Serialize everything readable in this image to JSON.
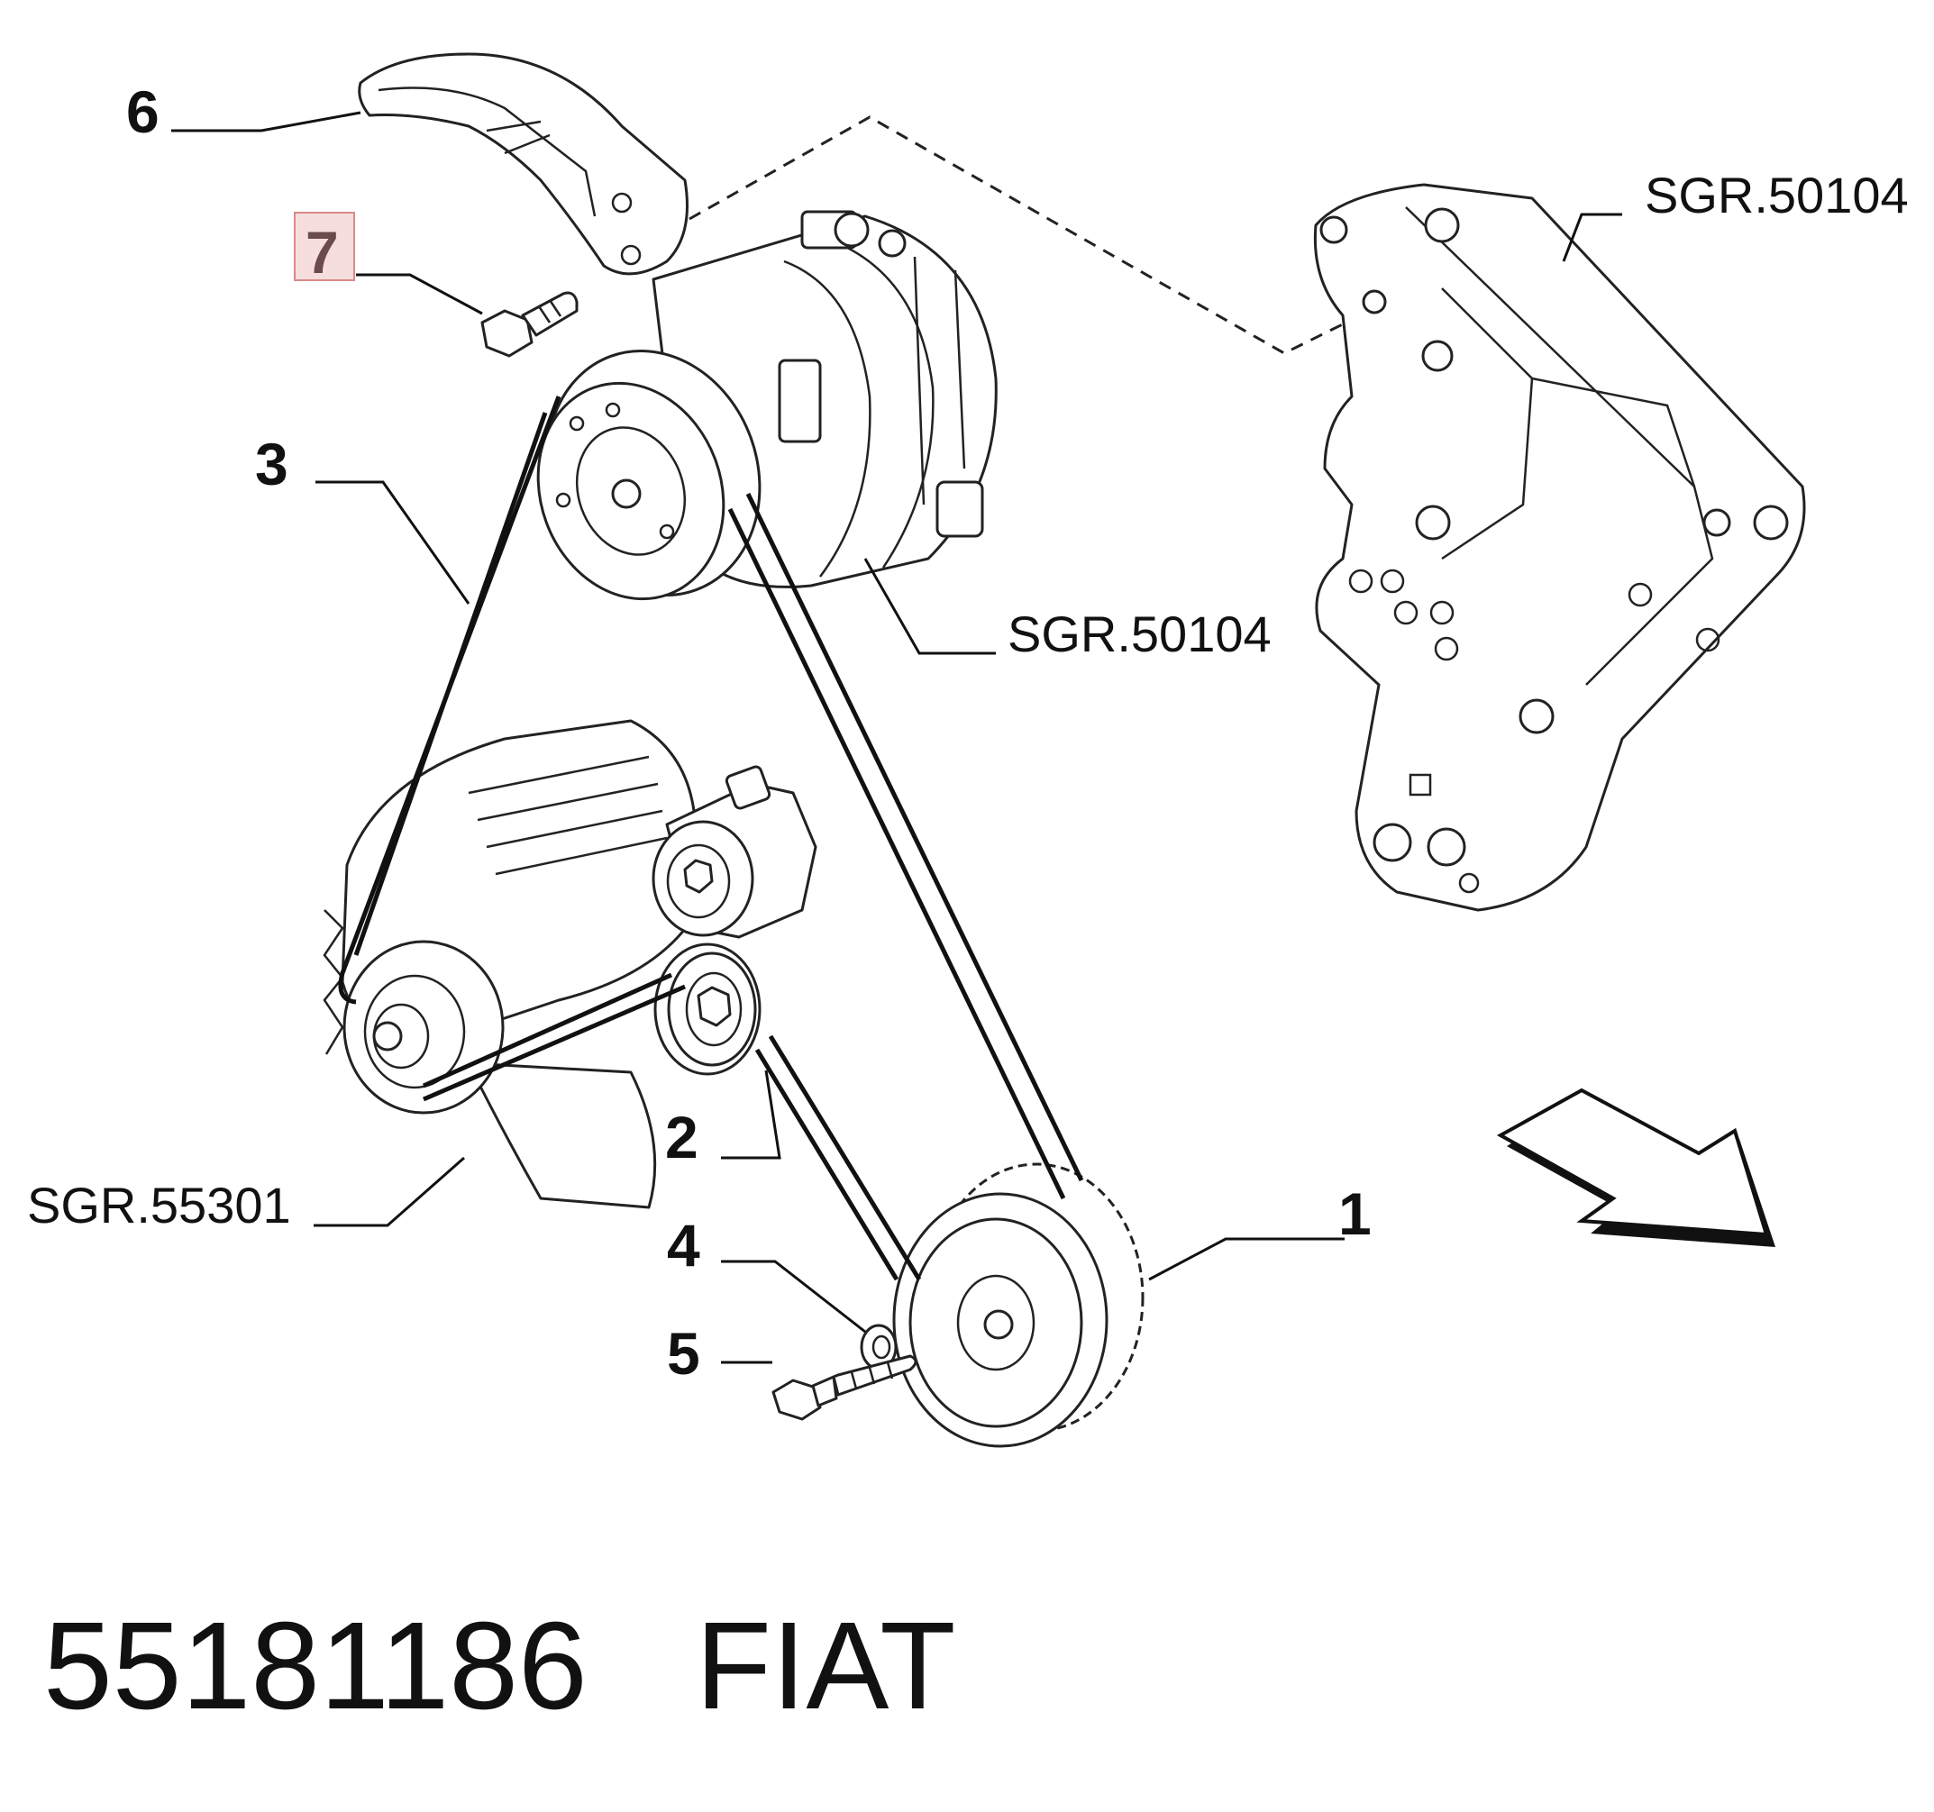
{
  "callouts": {
    "c1": "1",
    "c2": "2",
    "c3": "3",
    "c4": "4",
    "c5": "5",
    "c6": "6",
    "c7": "7"
  },
  "references": {
    "compressor": "SGR.50104",
    "bracket": "SGR.50104",
    "alternator": "SGR.55301"
  },
  "highlight_color": "#f7dede",
  "footer": {
    "part_number": "55181186",
    "brand": "FIAT"
  }
}
